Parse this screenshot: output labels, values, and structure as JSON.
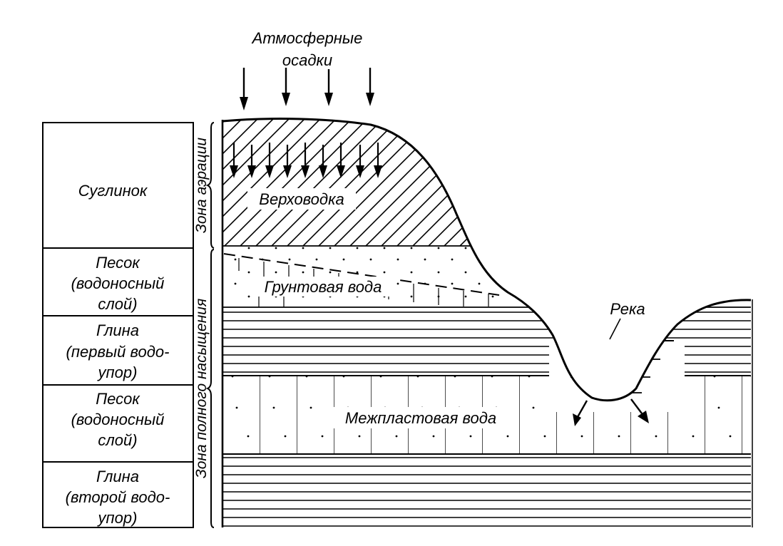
{
  "title": {
    "line1": "Атмосферные",
    "line2": "осадки"
  },
  "legend": [
    {
      "lines": [
        "Суглинок"
      ]
    },
    {
      "lines": [
        "Песок",
        "(водоносный",
        "слой)"
      ]
    },
    {
      "lines": [
        "Глина",
        "(первый водо-",
        "упор)"
      ]
    },
    {
      "lines": [
        "Песок",
        "(водоносный",
        "слой)"
      ]
    },
    {
      "lines": [
        "Глина",
        "(второй водо-",
        "упор)"
      ]
    }
  ],
  "zones": {
    "aeration": "Зона аэрации",
    "saturation": "Зона полного насыщения"
  },
  "labels": {
    "perched": "Верховодка",
    "groundwater": "Грунтовая вода",
    "river": "Река",
    "interlayer": "Межпластовая вода"
  },
  "colors": {
    "ink": "#000000",
    "background": "#ffffff"
  }
}
